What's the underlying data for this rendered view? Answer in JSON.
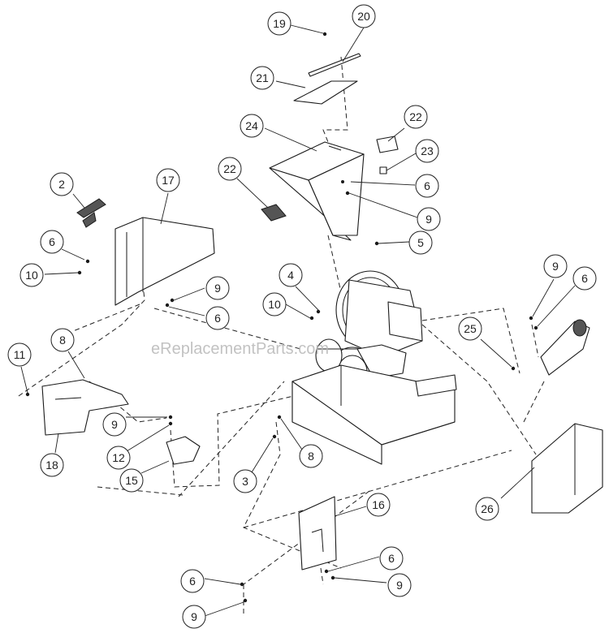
{
  "watermark": "eReplacementParts.com",
  "callouts": [
    {
      "id": "c19",
      "label": "19"
    },
    {
      "id": "c20",
      "label": "20"
    },
    {
      "id": "c21",
      "label": "21"
    },
    {
      "id": "c24",
      "label": "24"
    },
    {
      "id": "c22a",
      "label": "22"
    },
    {
      "id": "c23",
      "label": "23"
    },
    {
      "id": "c22b",
      "label": "22"
    },
    {
      "id": "c6a",
      "label": "6"
    },
    {
      "id": "c9a",
      "label": "9"
    },
    {
      "id": "c5",
      "label": "5"
    },
    {
      "id": "c2",
      "label": "2"
    },
    {
      "id": "c17",
      "label": "17"
    },
    {
      "id": "c6b",
      "label": "6"
    },
    {
      "id": "c10a",
      "label": "10"
    },
    {
      "id": "c9b",
      "label": "9"
    },
    {
      "id": "c6c",
      "label": "6"
    },
    {
      "id": "c4",
      "label": "4"
    },
    {
      "id": "c10b",
      "label": "10"
    },
    {
      "id": "c9c",
      "label": "9"
    },
    {
      "id": "c6d",
      "label": "6"
    },
    {
      "id": "c25",
      "label": "25"
    },
    {
      "id": "c8a",
      "label": "8"
    },
    {
      "id": "c11",
      "label": "11"
    },
    {
      "id": "c9d",
      "label": "9"
    },
    {
      "id": "c12",
      "label": "12"
    },
    {
      "id": "c18",
      "label": "18"
    },
    {
      "id": "c15",
      "label": "15"
    },
    {
      "id": "c3",
      "label": "3"
    },
    {
      "id": "c8b",
      "label": "8"
    },
    {
      "id": "c26",
      "label": "26"
    },
    {
      "id": "c16",
      "label": "16"
    },
    {
      "id": "c6e",
      "label": "6"
    },
    {
      "id": "c9e",
      "label": "9"
    },
    {
      "id": "c6f",
      "label": "6"
    },
    {
      "id": "c9f",
      "label": "9"
    }
  ]
}
